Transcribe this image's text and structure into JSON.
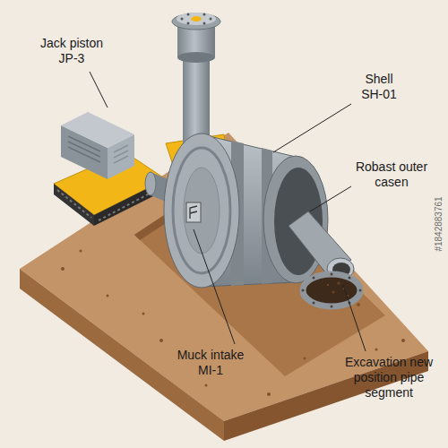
{
  "diagram": {
    "labels": [
      "Jack piston JP-3",
      "Shell SH-01",
      "Robast outer casen",
      "Muck intake MI-1",
      "Excavation new position pipe segment",
      "#1842883761"
    ]
  }
}
